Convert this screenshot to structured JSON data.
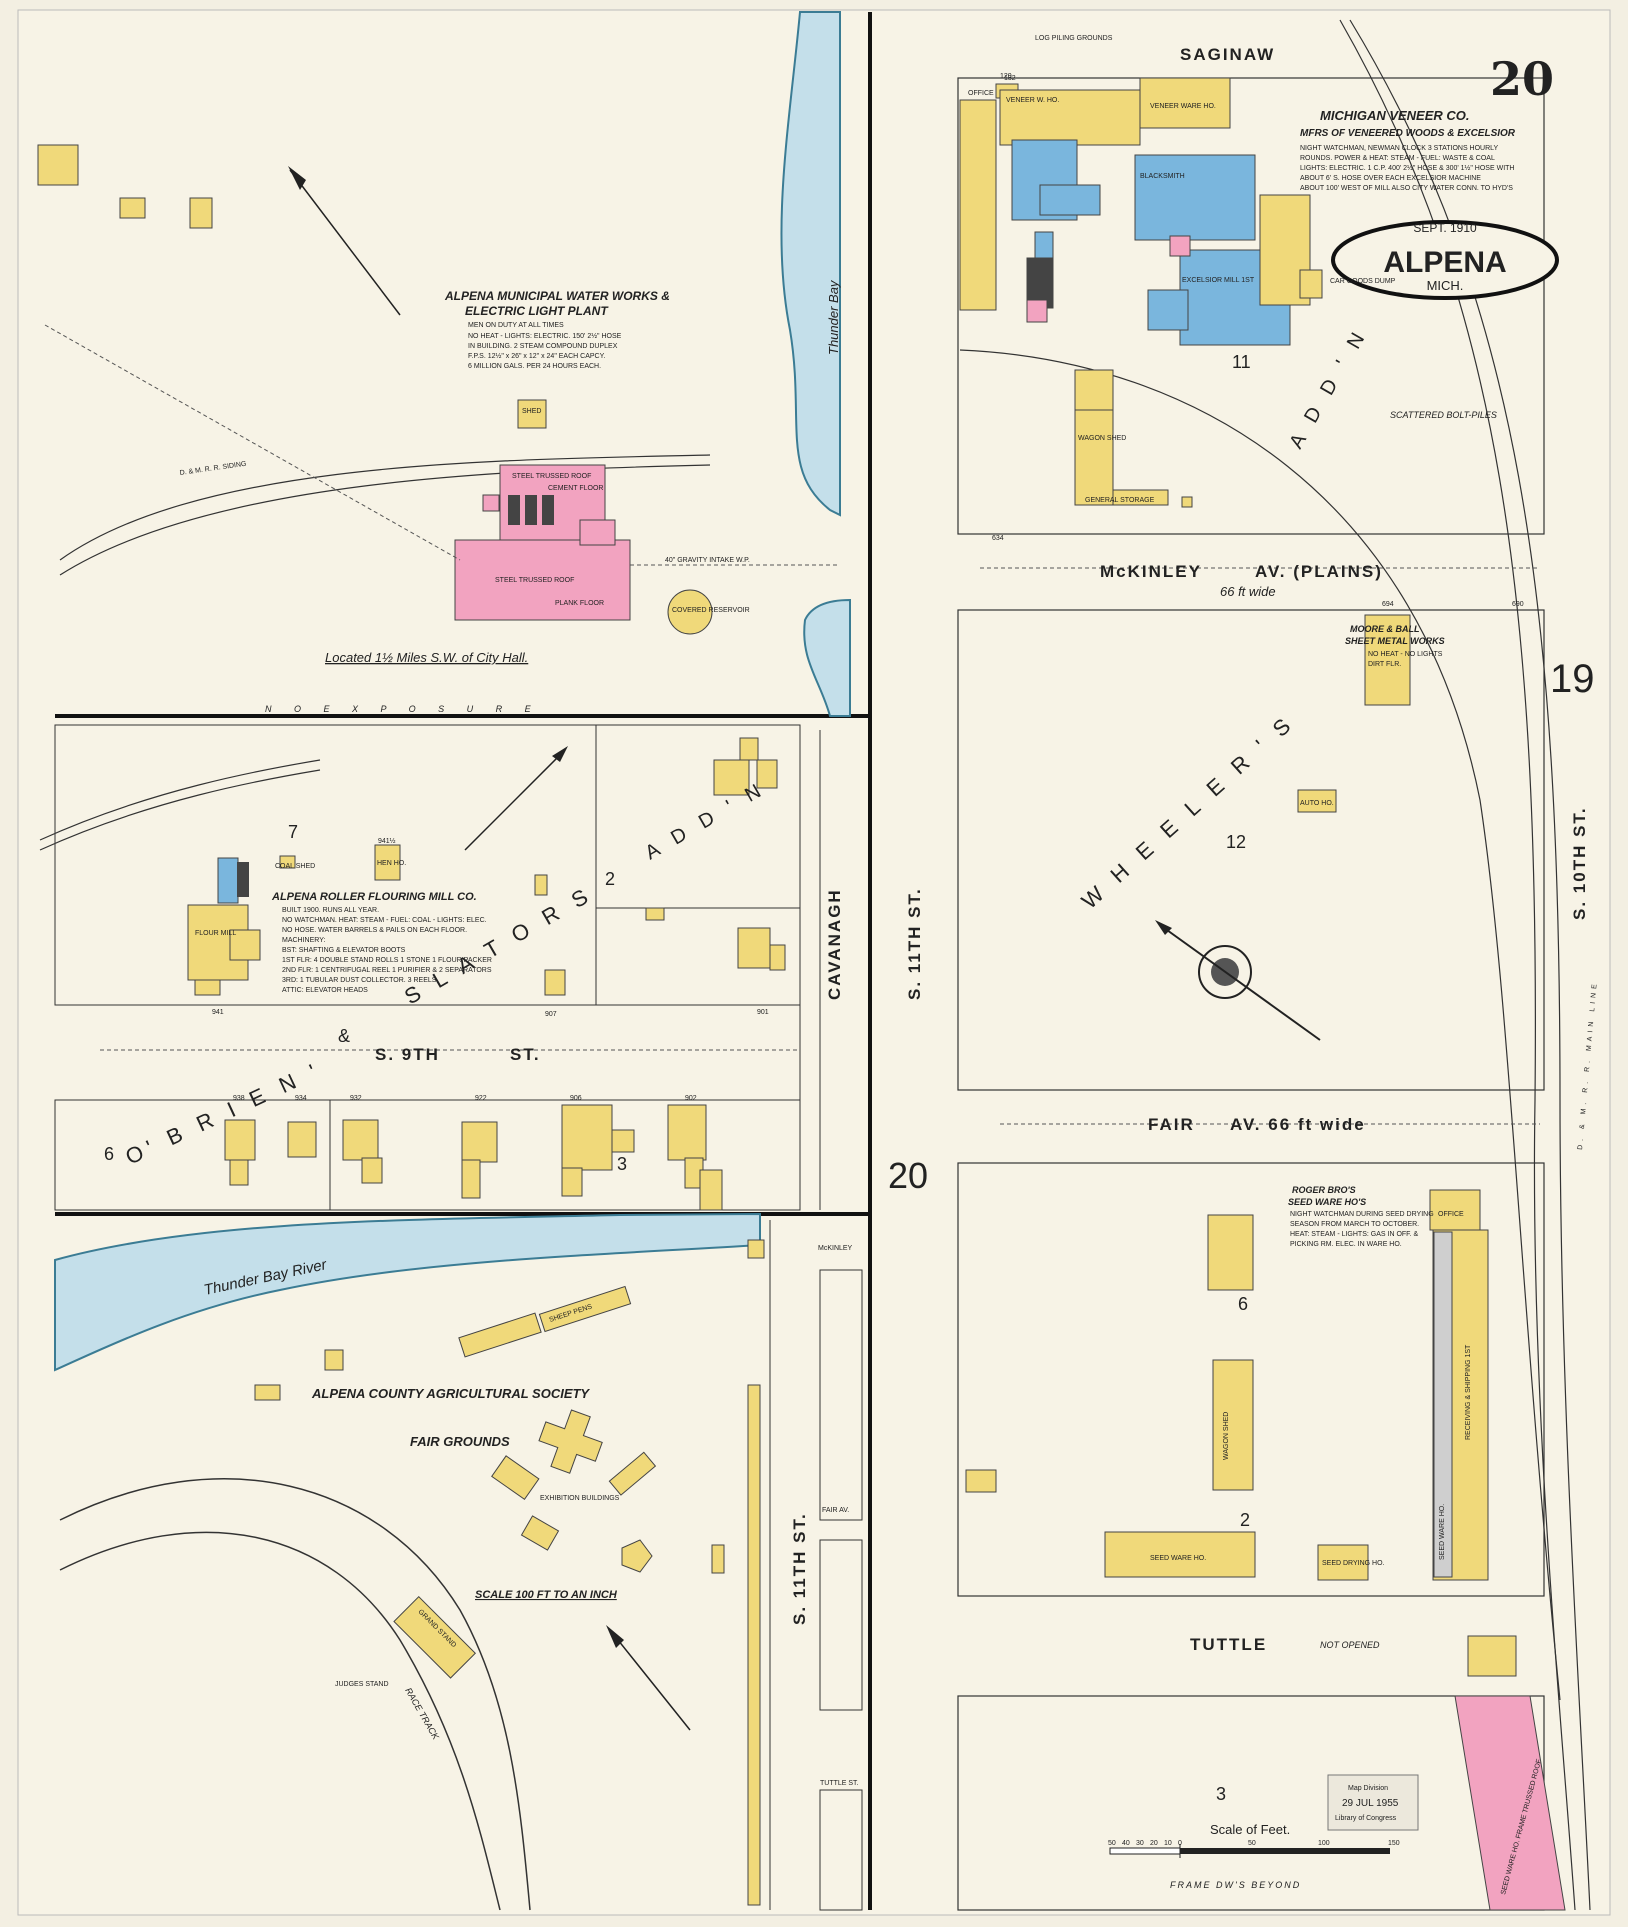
{
  "sheet": {
    "number": "20",
    "city": "ALPENA",
    "state": "MICH.",
    "date": "SEPT. 1910",
    "adjacent_sheets": [
      "19",
      "20"
    ]
  },
  "streets": {
    "saginaw": "SAGINAW",
    "mckinley": "McKINLEY",
    "mckinley_suffix": "AV.   (PLAINS)",
    "mckinley_width": "66 ft wide",
    "fair": "FAIR",
    "fair_suffix": "AV. 66 ft wide",
    "tuttle": "TUTTLE",
    "tuttle_note": "NOT OPENED",
    "s11th": "S. 11TH   ST.",
    "s10th": "S. 10TH   ST.",
    "s9th": "S. 9TH",
    "s9th_suffix": "ST.",
    "cavanagh": "CAVANAGH",
    "thunder_bay": "Thunder   Bay",
    "mckinley_small": "McKINLEY",
    "fair_av_small": "FAIR AV.",
    "tuttle_small": "TUTTLE ST.",
    "s11th_small": "S. 11TH   ST."
  },
  "water": {
    "river": "Thunder Bay River"
  },
  "additions": {
    "wheelers": "W H E E L E R ' S",
    "wheelers_addn": "A D D ' N",
    "slators": "S L A T O R S",
    "slators_addn": "A D D ' N",
    "obriens": "O' B R I E N '",
    "and": "&"
  },
  "blocks": [
    "11",
    "12",
    "6",
    "2",
    "3",
    "7",
    "2",
    "6",
    "3"
  ],
  "plants": {
    "michigan_veneer": {
      "title": "MICHIGAN VENEER CO.",
      "subtitle": "MFRS OF VENEERED WOODS & EXCELSIOR",
      "notes": [
        "NIGHT WATCHMAN, NEWMAN CLOCK 3 STATIONS HOURLY",
        "ROUNDS. POWER & HEAT: STEAM - FUEL: WASTE & COAL",
        "LIGHTS: ELECTRIC. 1 C.P. 400' 2½\" HOSE & 300' 1½\" HOSE WITH",
        "ABOUT 6' S. HOSE OVER EACH EXCELSIOR MACHINE",
        "ABOUT 100' WEST OF MILL ALSO CITY WATER CONN. TO HYD'S"
      ],
      "labels": [
        "VENEER W. HO.",
        "VENEER WARE HO.",
        "OFFICE",
        "EXCELSIOR MILL 1ST",
        "BLACKSMITH",
        "LOG PILING GROUNDS",
        "SCATTERED BOLT-PILES",
        "WAGON SHED",
        "GENERAL STORAGE",
        "CAR GOODS DUMP"
      ]
    },
    "water_works": {
      "title": "ALPENA MUNICIPAL WATER WORKS &",
      "title2": "ELECTRIC LIGHT PLANT",
      "notes": [
        "MEN ON DUTY AT ALL TIMES",
        "NO HEAT - LIGHTS: ELECTRIC. 150' 2½\" HOSE",
        "IN BUILDING. 2 STEAM COMPOUND DUPLEX",
        "F.P.S. 12½\" x 26\" x 12\" x 24\" EACH CAPCY.",
        "6 MILLION GALS. PER 24 HOURS EACH."
      ],
      "labels": [
        "STEEL TRUSSED ROOF",
        "CEMENT FLOOR",
        "STEEL TRUSSED ROOF",
        "PLANK FLOOR",
        "COVERED RESERVOIR",
        "40\" GRAVITY INTAKE W.P.",
        "SHED"
      ],
      "location": "Located 1½ Miles S.W. of City Hall."
    },
    "flour_mill": {
      "title": "ALPENA ROLLER FLOURING MILL CO.",
      "notes": [
        "BUILT 1900. RUNS ALL YEAR.",
        "NO WATCHMAN. HEAT: STEAM - FUEL: COAL - LIGHTS: ELEC.",
        "NO HOSE. WATER BARRELS & PAILS ON EACH FLOOR.",
        "MACHINERY:",
        "BST: SHAFTING & ELEVATOR BOOTS",
        "1ST FLR: 4 DOUBLE STAND ROLLS 1 STONE 1 FLOUR PACKER",
        "2ND FLR: 1 CENTRIFUGAL REEL 1 PURIFIER & 2 SEPARATORS",
        "3RD: 1 TUBULAR DUST COLLECTOR. 3 REELS",
        "ATTIC: ELEVATOR HEADS"
      ],
      "labels": [
        "FLOUR MILL",
        "COAL SHED",
        "HEN HO."
      ]
    },
    "sheet_metal": {
      "title": "MOORE & BALL",
      "title2": "SHEET METAL WORKS",
      "notes": [
        "NO HEAT - NO LIGHTS",
        "DIRT FLR."
      ]
    },
    "seed_ware": {
      "title": "ROGER BRO'S",
      "title2": "SEED WARE HO'S",
      "notes": [
        "NIGHT WATCHMAN DURING SEED DRYING",
        "SEASON FROM MARCH TO OCTOBER.",
        "HEAT: STEAM - LIGHTS: GAS IN OFF. &",
        "PICKING RM. ELEC. IN WARE HO."
      ],
      "labels": [
        "OFFICE",
        "SEED WARE HO.",
        "SEED DRYING HO.",
        "WAGON SHED",
        "RECEIVING & SHIPPING 1ST",
        "SEED WARE HO."
      ]
    },
    "fair_grounds": {
      "title": "ALPENA COUNTY AGRICULTURAL SOCIETY",
      "title2": "FAIR GROUNDS",
      "labels": [
        "EXHIBITION BUILDINGS",
        "SHEEP PENS",
        "GRAND STAND",
        "JUDGES STAND",
        "RACE TRACK"
      ]
    }
  },
  "misc": {
    "no_exposure": "N O   E X P O S U R E",
    "scale_note": "SCALE 100 FT TO AN INCH",
    "scale_title": "Scale of Feet.",
    "scale_ticks": [
      "50",
      "40",
      "30",
      "20",
      "10",
      "0",
      "50",
      "100",
      "150"
    ],
    "frame_beyond": "FRAME DW'S BEYOND",
    "stamp": [
      "Map Division",
      "29 JUL 1955",
      "Library of Congress"
    ],
    "auto_ho": "AUTO HO.",
    "rr_main": "D. & M. R. R.  MAIN LINE",
    "rr_siding": "D. & M. R. R. SIDING",
    "seed_ware_pink": "SEED WARE HO.  FRAME TRUSSED ROOF"
  },
  "house_numbers": [
    "634",
    "694",
    "690",
    "941",
    "901",
    "907",
    "938",
    "934",
    "932",
    "922",
    "906",
    "902",
    "941½",
    "120",
    "132"
  ],
  "colors": {
    "paper": "#f3efe2",
    "frame": "#f0d97a",
    "brick": "#f2a3c0",
    "steel": "#7ab6dd",
    "water": "#c4dfea"
  }
}
